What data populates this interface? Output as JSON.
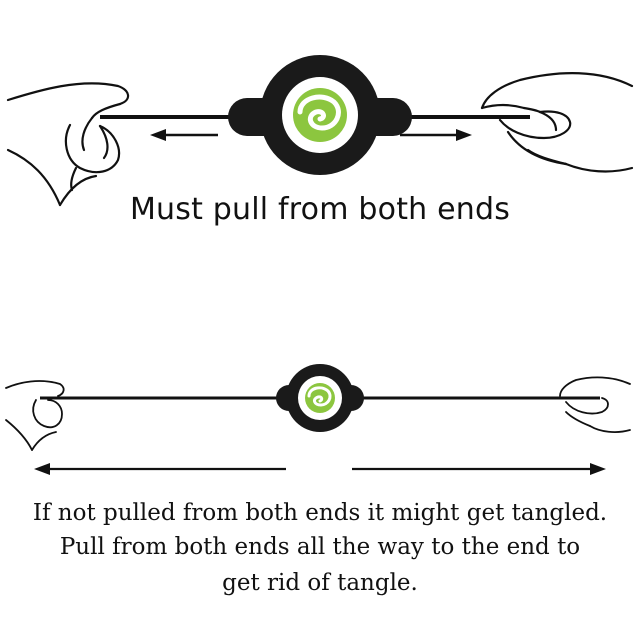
{
  "captions": {
    "top": "Must pull from both ends",
    "bottom_line1": "If not pulled from both ends it might get tangled.",
    "bottom_line2": "Pull from both ends all the way to the end to",
    "bottom_line3": "get rid of tangle."
  },
  "colors": {
    "ink": "#111111",
    "reel_body": "#1a1a1a",
    "logo_green": "#8cc63f",
    "logo_center": "#ffffff"
  },
  "icons": {
    "reel": "retractable-cable-reel-icon",
    "logo": "green-spiral-logo-icon",
    "hand": "pulling-hand-icon",
    "arrow": "pull-direction-arrow-icon"
  }
}
